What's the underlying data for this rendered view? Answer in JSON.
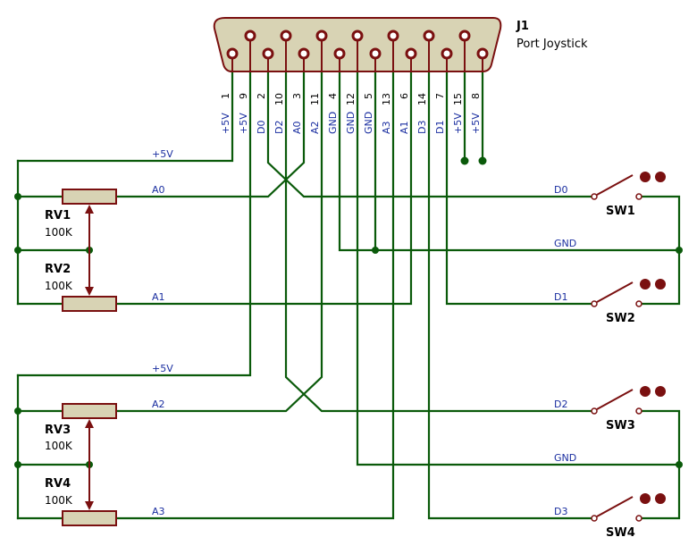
{
  "connector": {
    "refdes": "J1",
    "name": "Port Joystick",
    "pins": [
      {
        "num": "1",
        "signal": "+5V"
      },
      {
        "num": "9",
        "signal": "+5V"
      },
      {
        "num": "2",
        "signal": "D0"
      },
      {
        "num": "10",
        "signal": "D2"
      },
      {
        "num": "3",
        "signal": "A0"
      },
      {
        "num": "11",
        "signal": "A2"
      },
      {
        "num": "4",
        "signal": "GND"
      },
      {
        "num": "12",
        "signal": "GND"
      },
      {
        "num": "5",
        "signal": "GND"
      },
      {
        "num": "13",
        "signal": "A3"
      },
      {
        "num": "6",
        "signal": "A1"
      },
      {
        "num": "14",
        "signal": "D3"
      },
      {
        "num": "7",
        "signal": "D1"
      },
      {
        "num": "15",
        "signal": "+5V"
      },
      {
        "num": "8",
        "signal": "+5V"
      }
    ]
  },
  "potentiometers": [
    {
      "refdes": "RV1",
      "value": "100K"
    },
    {
      "refdes": "RV2",
      "value": "100K"
    },
    {
      "refdes": "RV3",
      "value": "100K"
    },
    {
      "refdes": "RV4",
      "value": "100K"
    }
  ],
  "switches": [
    {
      "refdes": "SW1"
    },
    {
      "refdes": "SW2"
    },
    {
      "refdes": "SW3"
    },
    {
      "refdes": "SW4"
    }
  ],
  "net_labels": {
    "vcc_top": "+5V",
    "vcc_bottom": "+5V",
    "a0": "A0",
    "a1": "A1",
    "a2": "A2",
    "a3": "A3",
    "d0": "D0",
    "d1": "D1",
    "d2": "D2",
    "d3": "D3",
    "gnd_top": "GND",
    "gnd_bottom": "GND"
  },
  "colors": {
    "wire": "#0a5a0a",
    "component": "#7a1010",
    "component_fill": "#d8d3b4",
    "label": "#1a2ea0"
  }
}
